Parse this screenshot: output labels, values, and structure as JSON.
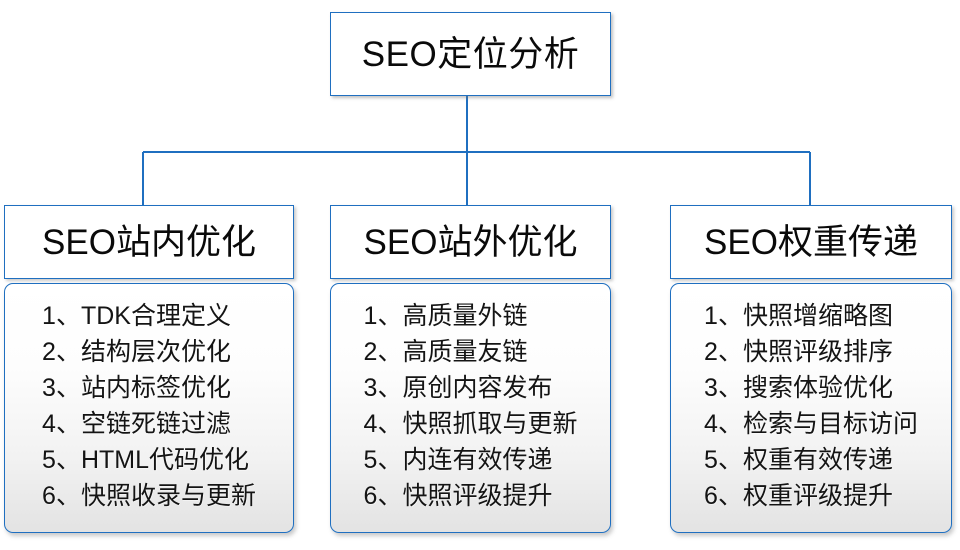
{
  "diagram": {
    "type": "org-chart",
    "orientation": "top-down",
    "colors": {
      "border": "#1F6FC0",
      "connector": "#1F6FC0",
      "header_fill": "#FFFFFF",
      "body_fill_top": "#FFFFFF",
      "body_fill_bottom": "#E3E3E3",
      "text": "#0A0A0A"
    },
    "root": {
      "title": "SEO定位分析"
    },
    "branches": [
      {
        "title": "SEO站内优化",
        "items": [
          "1、TDK合理定义",
          "2、结构层次优化",
          "3、站内标签优化",
          "4、空链死链过滤",
          "5、HTML代码优化",
          "6、快照收录与更新"
        ]
      },
      {
        "title": "SEO站外优化",
        "items": [
          "1、高质量外链",
          "2、高质量友链",
          "3、原创内容发布",
          "4、快照抓取与更新",
          "5、内连有效传递",
          "6、快照评级提升"
        ]
      },
      {
        "title": "SEO权重传递",
        "items": [
          "1、快照增缩略图",
          "2、快照评级排序",
          "3、搜索体验优化",
          "4、检索与目标访问",
          "5、权重有效传递",
          "6、权重评级提升"
        ]
      }
    ]
  }
}
